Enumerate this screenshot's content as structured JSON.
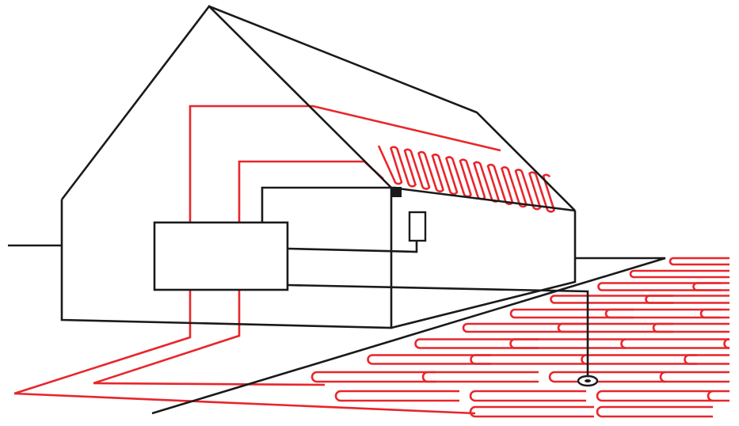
{
  "colors": {
    "structure": "#1a1a1a",
    "pipe": "#e8262b",
    "background": "#ffffff"
  },
  "elements": {
    "house": "house-outline",
    "heat_pump": "heat-pump-unit",
    "controller": "wall-controller",
    "roof_collector": "roof-solar-collector",
    "ground_collector": "ground-collector-field",
    "supply_pipes": "supply-return-pipes",
    "ground_well": "ground-probe"
  }
}
